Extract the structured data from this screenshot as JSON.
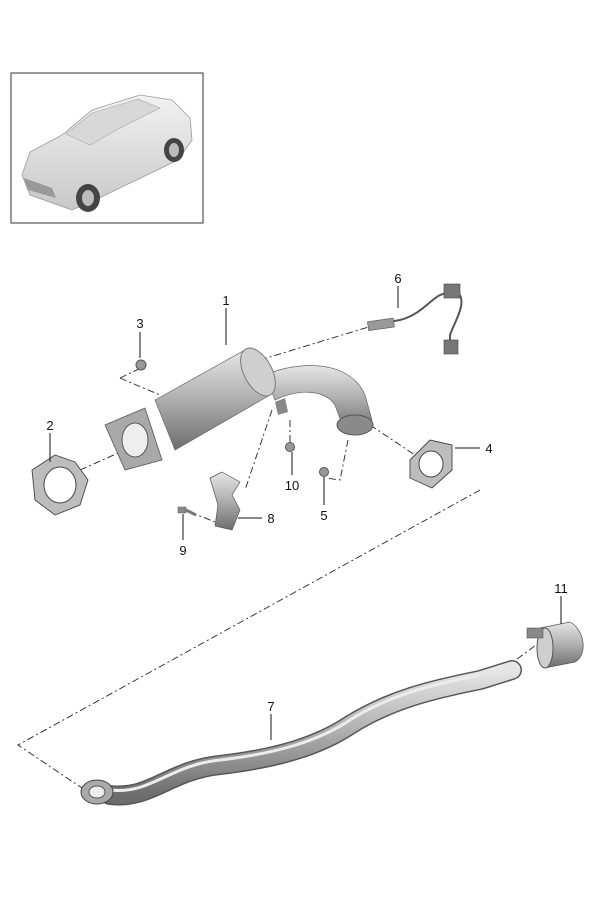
{
  "diagram": {
    "thumbnail": {
      "subject": "vehicle-overview"
    },
    "callouts": [
      {
        "number": "1",
        "part": "catalytic-converter"
      },
      {
        "number": "2",
        "part": "gasket-front"
      },
      {
        "number": "3",
        "part": "nut"
      },
      {
        "number": "4",
        "part": "gasket-rear"
      },
      {
        "number": "5",
        "part": "nut"
      },
      {
        "number": "6",
        "part": "oxygen-sensor"
      },
      {
        "number": "7",
        "part": "front-exhaust-pipe"
      },
      {
        "number": "8",
        "part": "bracket"
      },
      {
        "number": "9",
        "part": "bolt"
      },
      {
        "number": "10",
        "part": "nut"
      },
      {
        "number": "11",
        "part": "clamp"
      }
    ]
  }
}
